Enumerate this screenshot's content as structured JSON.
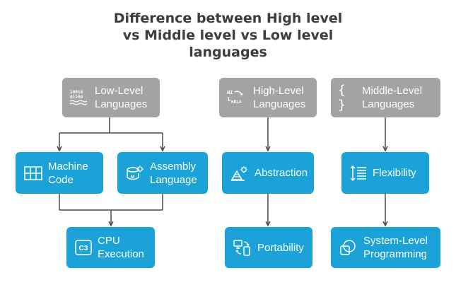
{
  "title": {
    "line1": "Difference between High level",
    "line2": "vs Middle level vs Low level",
    "line3": "languages"
  },
  "nodes": {
    "low_level": {
      "line1": "Low-Level",
      "line2": "Languages",
      "icon": "binary-code-icon",
      "icon_text_1": "10010",
      "icon_text_2": "01100"
    },
    "high_level": {
      "line1": "High-Level",
      "line2": "Languages",
      "icon": "translate-icon",
      "icon_text_1": "HI",
      "icon_text_2": "HOLA"
    },
    "middle_level": {
      "line1": "Middle-Level",
      "line2": "Languages",
      "icon": "braces-icon",
      "icon_text_1": "{ }"
    },
    "machine_code": {
      "line1": "Machine",
      "line2": "Code",
      "icon": "grid-icon"
    },
    "assembly": {
      "line1": "Assembly",
      "line2": "Language",
      "icon": "database-gear-icon"
    },
    "abstraction": {
      "line1": "Abstraction",
      "icon": "shapes-gear-icon"
    },
    "flexibility": {
      "line1": "Flexibility",
      "icon": "vertical-arrows-list-icon"
    },
    "cpu_execution": {
      "line1": "CPU",
      "line2": "Execution",
      "icon": "chip-icon",
      "icon_text_1": "C3"
    },
    "portability": {
      "line1": "Portability",
      "icon": "devices-transfer-icon"
    },
    "system_level": {
      "line1": "System-Level",
      "line2": "Programming",
      "icon": "venn-icon"
    }
  },
  "colors": {
    "gray_node": "#a3a3a3",
    "blue_node": "#1ba3d9",
    "connector": "#4a4a4a",
    "title": "#3d3d3d"
  }
}
